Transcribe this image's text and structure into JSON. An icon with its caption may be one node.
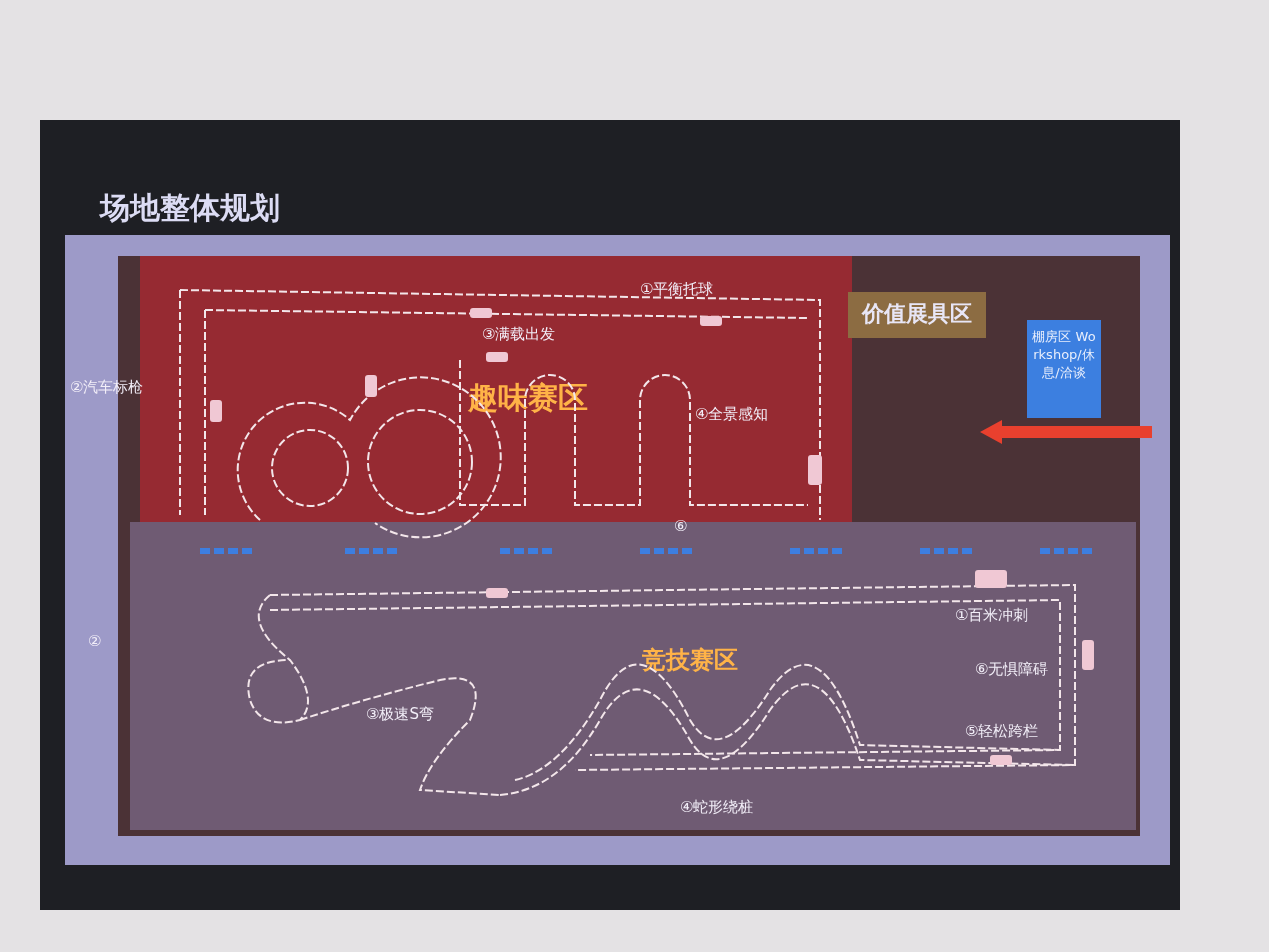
{
  "diagram": {
    "title": "场地整体规划",
    "nodes": [
      {
        "text": [
          "趣味赛区"
        ]
      },
      {
        "text": [
          "价值展具区"
        ]
      },
      {
        "text": [
          "棚房区 Workshop/休息/洽谈"
        ]
      },
      {
        "text": [
          "竞技赛区"
        ]
      }
    ],
    "labels": [
      "①平衡托球",
      "③满载出发",
      "②汽车标枪",
      "④全景感知",
      "⑥",
      "①百米冲刺",
      "②",
      "③极速S弯",
      "⑥无惧障碍",
      "⑤轻松跨栏",
      "④蛇形绕桩"
    ]
  }
}
